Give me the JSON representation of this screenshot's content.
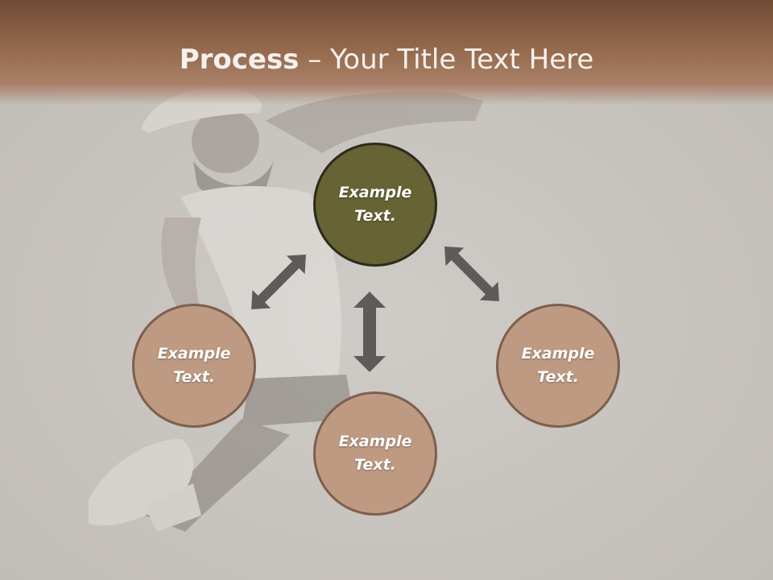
{
  "title": {
    "bold": "Process",
    "rest": " – Your Title Text Here"
  },
  "nodes": {
    "top": {
      "label": "Example\nText."
    },
    "left": {
      "label": "Example\nText."
    },
    "right": {
      "label": "Example\nText."
    },
    "bottom": {
      "label": "Example\nText."
    }
  },
  "colors": {
    "header": "#93684b",
    "top_node": "#666334",
    "other_nodes": "#bf9a82",
    "arrows": "#5e5c5a",
    "background": "#c9c5c1"
  },
  "icons": [
    "double-arrow-icon"
  ]
}
